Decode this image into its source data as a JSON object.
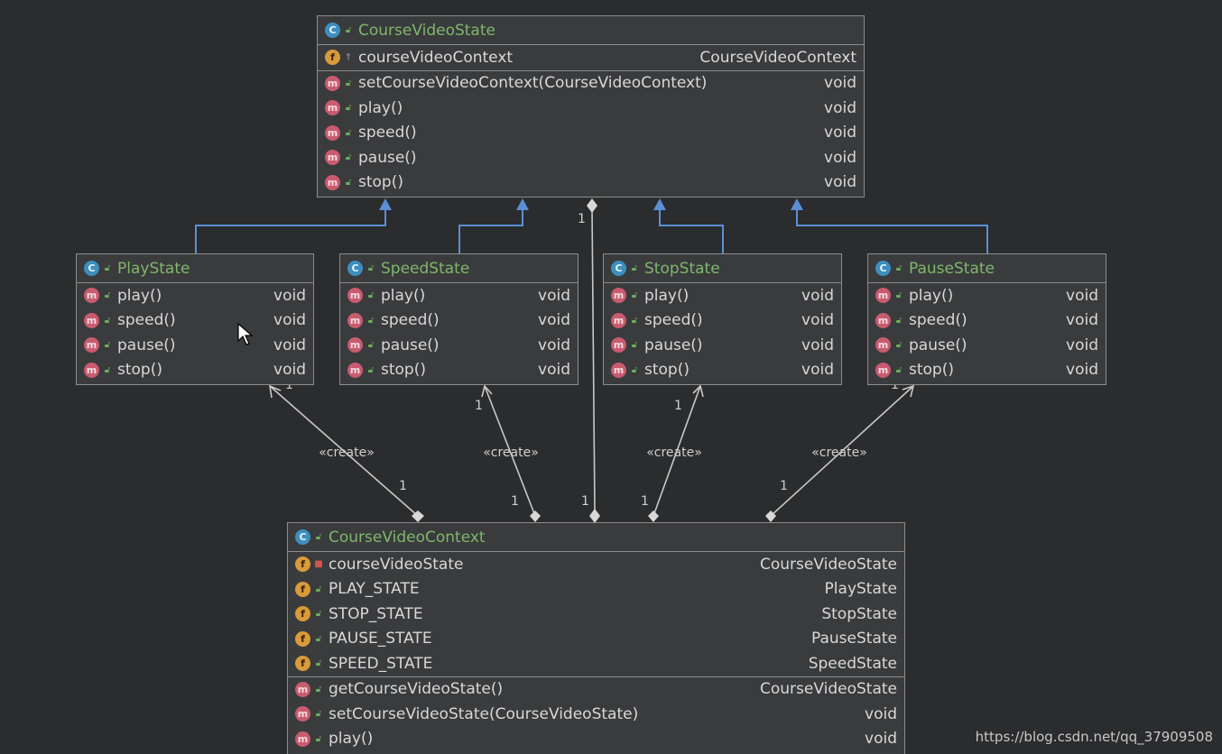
{
  "classes": {
    "course_video_state": {
      "name": "CourseVideoState",
      "fields": [
        {
          "name": "courseVideoContext",
          "type": "CourseVideoContext"
        }
      ],
      "methods": [
        {
          "name": "setCourseVideoContext(CourseVideoContext)",
          "type": "void"
        },
        {
          "name": "play()",
          "type": "void"
        },
        {
          "name": "speed()",
          "type": "void"
        },
        {
          "name": "pause()",
          "type": "void"
        },
        {
          "name": "stop()",
          "type": "void"
        }
      ]
    },
    "play_state": {
      "name": "PlayState",
      "methods": [
        {
          "name": "play()",
          "type": "void"
        },
        {
          "name": "speed()",
          "type": "void"
        },
        {
          "name": "pause()",
          "type": "void"
        },
        {
          "name": "stop()",
          "type": "void"
        }
      ]
    },
    "speed_state": {
      "name": "SpeedState",
      "methods": [
        {
          "name": "play()",
          "type": "void"
        },
        {
          "name": "speed()",
          "type": "void"
        },
        {
          "name": "pause()",
          "type": "void"
        },
        {
          "name": "stop()",
          "type": "void"
        }
      ]
    },
    "stop_state": {
      "name": "StopState",
      "methods": [
        {
          "name": "play()",
          "type": "void"
        },
        {
          "name": "speed()",
          "type": "void"
        },
        {
          "name": "pause()",
          "type": "void"
        },
        {
          "name": "stop()",
          "type": "void"
        }
      ]
    },
    "pause_state": {
      "name": "PauseState",
      "methods": [
        {
          "name": "play()",
          "type": "void"
        },
        {
          "name": "speed()",
          "type": "void"
        },
        {
          "name": "pause()",
          "type": "void"
        },
        {
          "name": "stop()",
          "type": "void"
        }
      ]
    },
    "course_video_context": {
      "name": "CourseVideoContext",
      "fields": [
        {
          "name": "courseVideoState",
          "type": "CourseVideoState"
        },
        {
          "name": "PLAY_STATE",
          "type": "PlayState"
        },
        {
          "name": "STOP_STATE",
          "type": "StopState"
        },
        {
          "name": "PAUSE_STATE",
          "type": "PauseState"
        },
        {
          "name": "SPEED_STATE",
          "type": "SpeedState"
        }
      ],
      "methods": [
        {
          "name": "getCourseVideoState()",
          "type": "CourseVideoState"
        },
        {
          "name": "setCourseVideoState(CourseVideoState)",
          "type": "void"
        },
        {
          "name": "play()",
          "type": "void"
        }
      ]
    }
  },
  "relations": {
    "create_label": "«create»",
    "multiplicity_one": "1"
  },
  "icons": {
    "class": "C",
    "method": "m",
    "field": "f"
  },
  "colors": {
    "background": "#2b2c2e",
    "class_name": "#7fb76b",
    "inheritance_line": "#5b8fd6",
    "association_line": "#c8c8c8"
  },
  "watermark": "https://blog.csdn.net/qq_37909508"
}
